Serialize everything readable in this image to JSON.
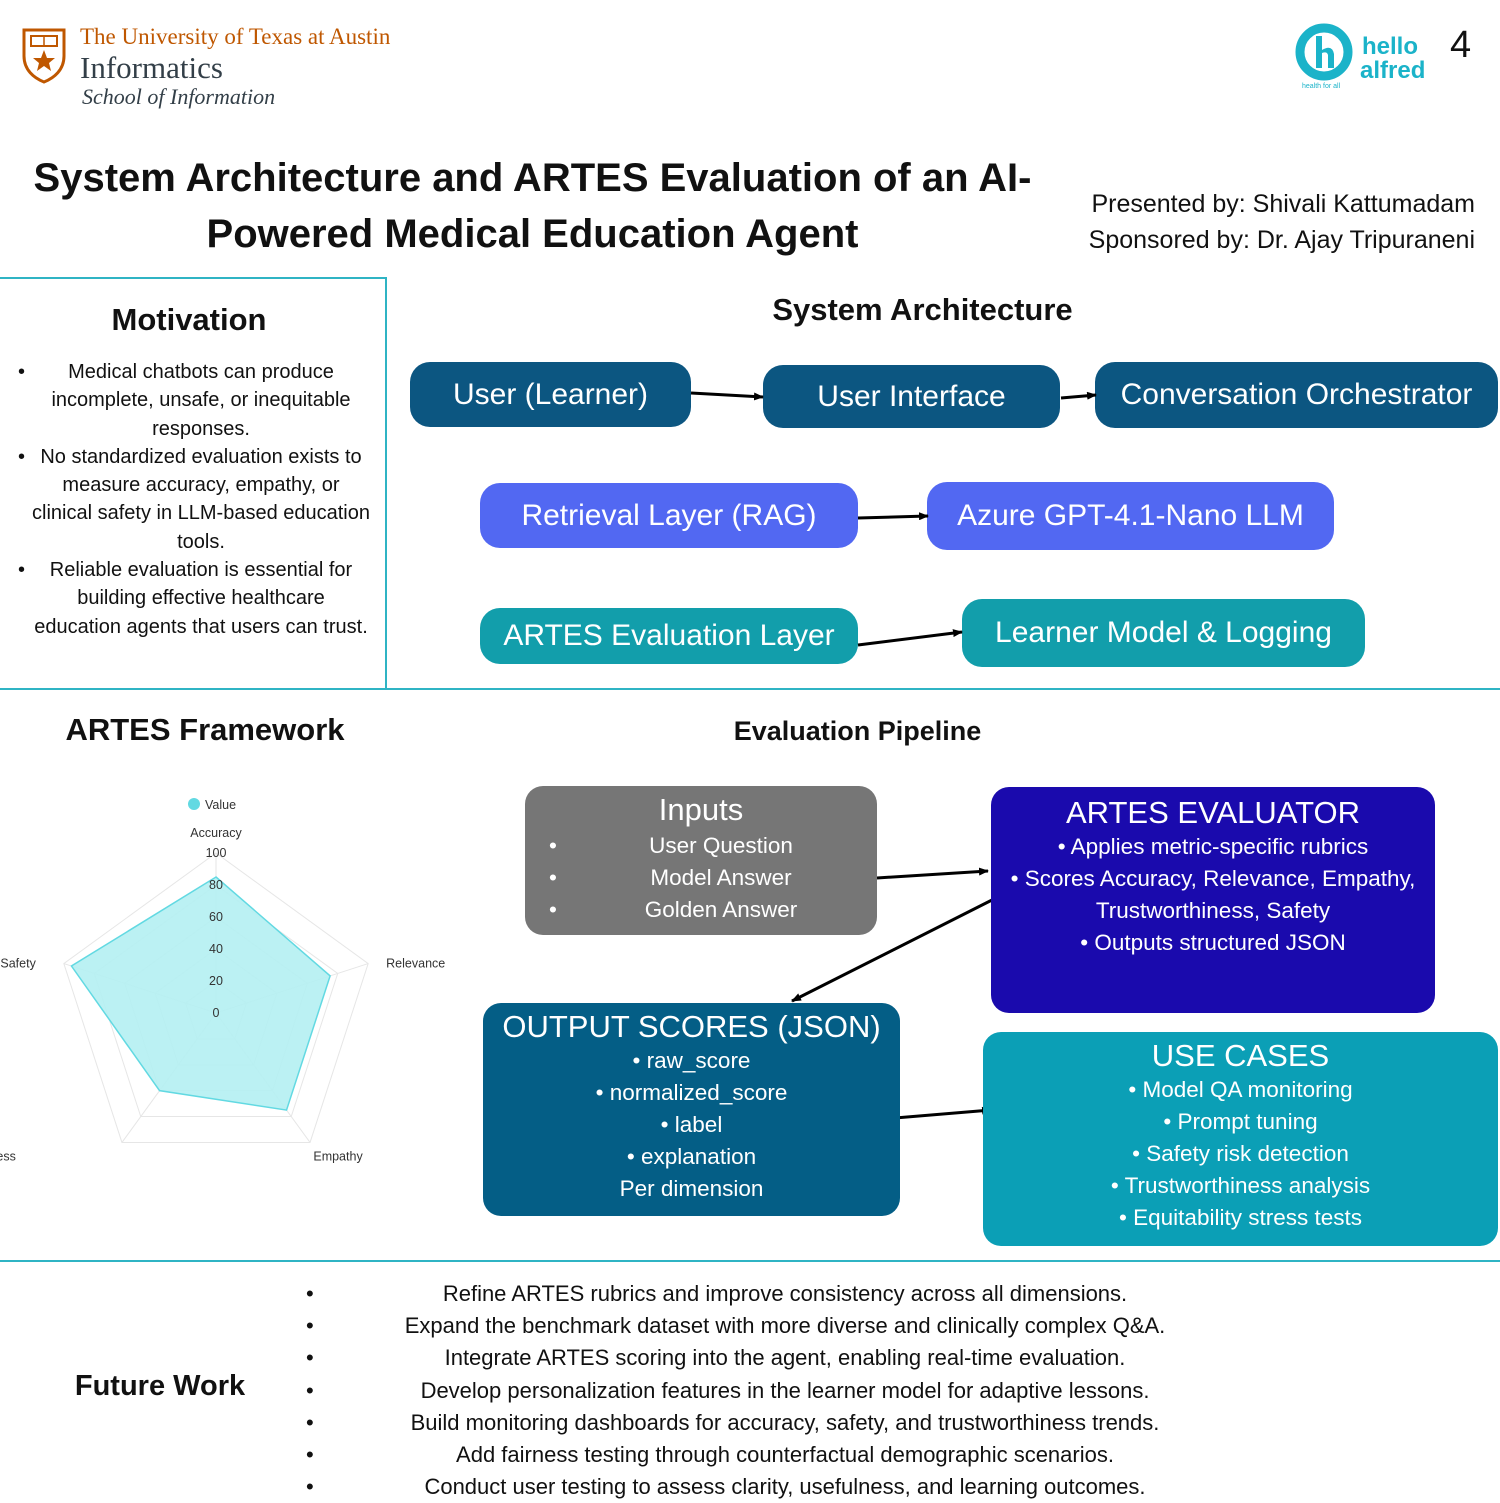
{
  "header": {
    "university": "The University of Texas at Austin",
    "department": "Informatics",
    "school": "School of Information",
    "sponsor_logo_top": "hello",
    "sponsor_logo_bottom": "alfred",
    "sponsor_logo_tagline": "health for all",
    "page_number": "4",
    "title": "System Architecture and ARTES Evaluation of an AI-Powered Medical Education Agent",
    "presented_by": "Presented by: Shivali Kattumadam",
    "sponsored_by": "Sponsored by: Dr. Ajay Tripuraneni"
  },
  "colors": {
    "accent_line": "#2fb4c4",
    "ut_orange": "#bf5700",
    "arch_dark": "#0c5681",
    "arch_blue": "#5268f2",
    "arch_teal": "#129eab",
    "inputs_gray": "#767676",
    "evaluator_indigo": "#1a0aad",
    "output_blue": "#045e86",
    "use_cases_teal": "#0b9fb6",
    "radar_fill": "#b4f0f2",
    "radar_stroke": "#62d9e2"
  },
  "motivation": {
    "title": "Motivation",
    "items": [
      "Medical chatbots can produce incomplete, unsafe, or inequitable responses.",
      "No standardized evaluation exists to measure accuracy, empathy, or clinical safety in LLM-based education tools.",
      "Reliable evaluation is essential for building effective healthcare education agents that users can trust."
    ]
  },
  "architecture": {
    "title": "System Architecture",
    "nodes": {
      "user": "User (Learner)",
      "ui": "User Interface",
      "orchestrator": "Conversation Orchestrator",
      "retrieval": "Retrieval Layer (RAG)",
      "llm": "Azure GPT-4.1-Nano LLM",
      "artes_layer": "ARTES Evaluation Layer",
      "learner_model": "Learner Model & Logging"
    }
  },
  "framework": {
    "title": "ARTES Framework"
  },
  "chart_data": {
    "type": "radar",
    "legend": [
      "Value"
    ],
    "legend_position": "top",
    "axes": [
      "Accuracy",
      "Relevance",
      "Empathy",
      "Trustworthiness",
      "Safety"
    ],
    "radial_ticks": [
      "0",
      "20",
      "40",
      "60",
      "80",
      "100"
    ],
    "rlim": [
      0,
      100
    ],
    "series": [
      {
        "name": "Value",
        "values": [
          85,
          75,
          75,
          60,
          95
        ]
      }
    ]
  },
  "pipeline": {
    "title": "Evaluation Pipeline",
    "inputs": {
      "title": "Inputs",
      "items": [
        "User Question",
        "Model Answer",
        "Golden Answer"
      ]
    },
    "evaluator": {
      "title": "ARTES EVALUATOR",
      "lines": [
        "• Applies metric-specific rubrics",
        "• Scores Accuracy, Relevance, Empathy,",
        "Trustworthiness, Safety",
        "• Outputs structured JSON"
      ]
    },
    "outputs": {
      "title": "OUTPUT SCORES (JSON)",
      "lines": [
        "• raw_score",
        "• normalized_score",
        "• label",
        "• explanation",
        "Per dimension"
      ]
    },
    "use_cases": {
      "title": "USE CASES",
      "lines": [
        "• Model QA monitoring",
        "• Prompt tuning",
        "• Safety risk detection",
        "• Trustworthiness analysis",
        "• Equitability stress tests"
      ]
    }
  },
  "future_work": {
    "title": "Future Work",
    "items": [
      "Refine ARTES rubrics and improve consistency across all dimensions.",
      "Expand the benchmark dataset with more diverse and clinically complex Q&A.",
      "Integrate ARTES scoring into the agent, enabling real-time evaluation.",
      "Develop personalization features in the learner model for adaptive lessons.",
      "Build monitoring dashboards for accuracy, safety, and trustworthiness trends.",
      "Add fairness testing through counterfactual demographic scenarios.",
      "Conduct user testing to assess clarity, usefulness, and learning outcomes."
    ]
  }
}
